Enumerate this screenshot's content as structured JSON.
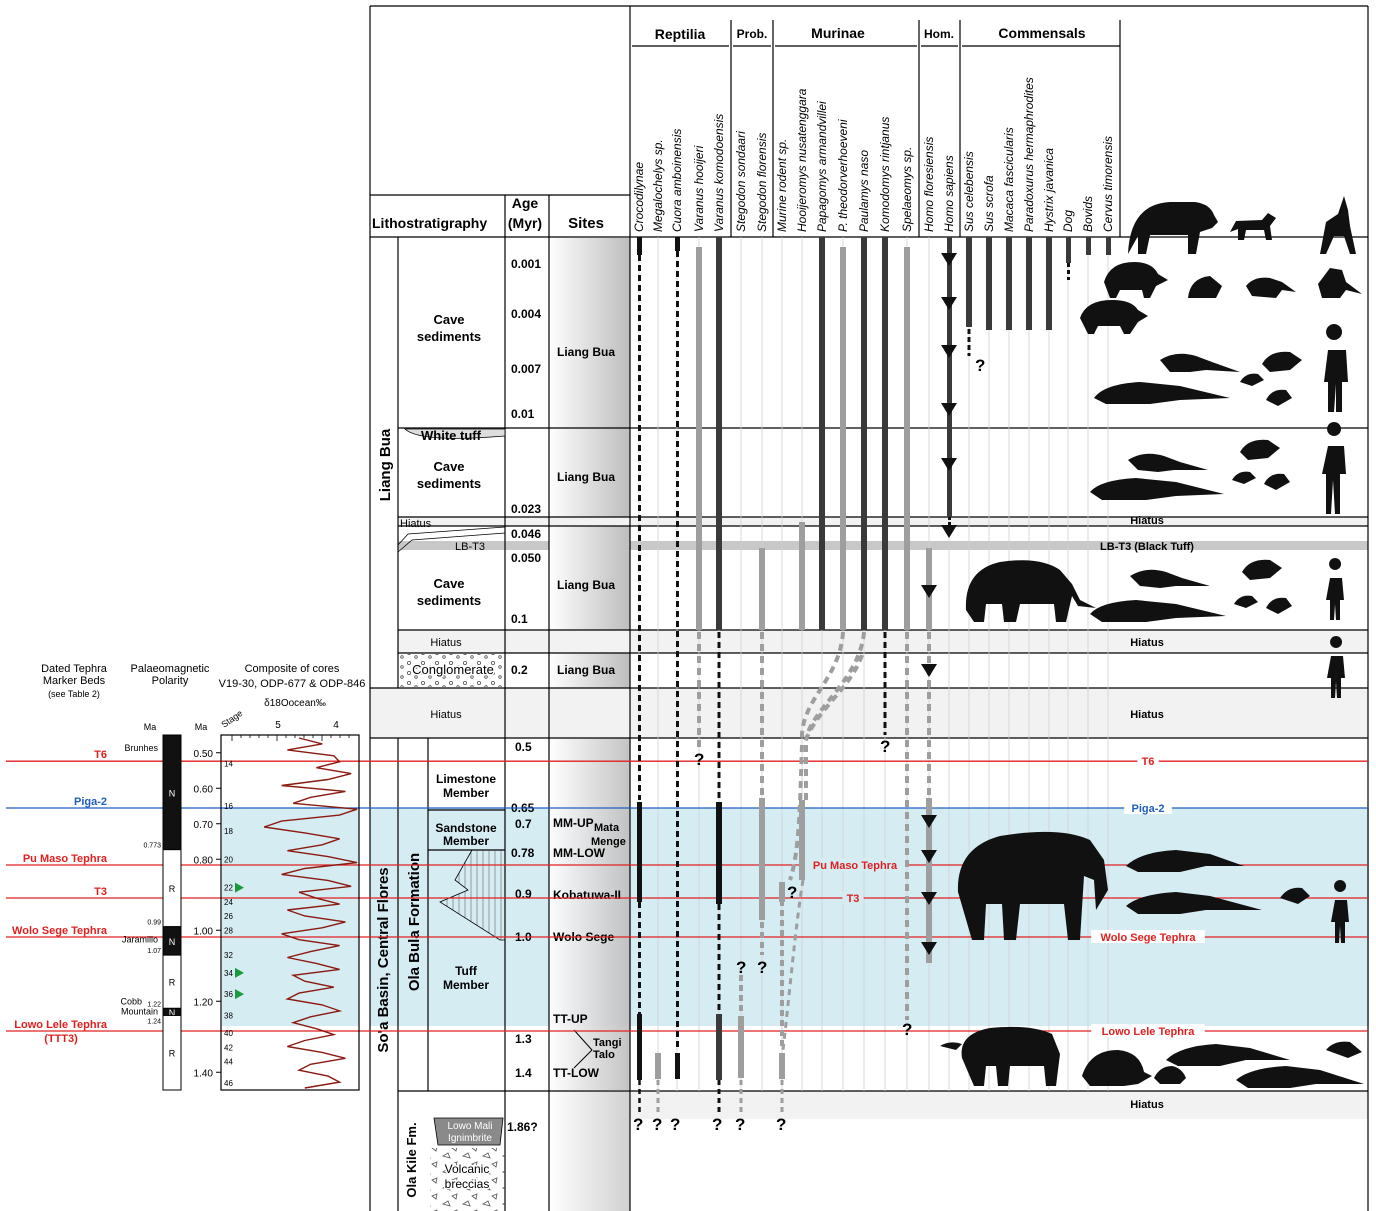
{
  "left": {
    "tephra_header": [
      "Dated Tephra",
      "Marker Beds",
      "(see Table 2)"
    ],
    "polarity_header": [
      "Palaeomagnetic",
      "Polarity"
    ],
    "cores_header": [
      "Composite of cores",
      "V19-30, ODP-677 & ODP-846"
    ],
    "isotope_label": "δ18Oocean‰",
    "ma_label": "Ma",
    "stage_label": "Stage",
    "isotope_ticks": [
      "5",
      "4"
    ],
    "age_ticks": [
      {
        "label": "0.50",
        "age": 0.5
      },
      {
        "label": "0.60",
        "age": 0.6
      },
      {
        "label": "0.70",
        "age": 0.7
      },
      {
        "label": "0.80",
        "age": 0.8
      },
      {
        "label": "1.00",
        "age": 1.0
      },
      {
        "label": "1.20",
        "age": 1.2
      },
      {
        "label": "1.40",
        "age": 1.4
      }
    ],
    "stages": [
      {
        "n": "14",
        "age": 0.53
      },
      {
        "n": "16",
        "age": 0.65
      },
      {
        "n": "18",
        "age": 0.72
      },
      {
        "n": "20",
        "age": 0.8
      },
      {
        "n": "22",
        "age": 0.88
      },
      {
        "n": "24",
        "age": 0.92
      },
      {
        "n": "26",
        "age": 0.96
      },
      {
        "n": "28",
        "age": 1.0
      },
      {
        "n": "32",
        "age": 1.07
      },
      {
        "n": "34",
        "age": 1.12
      },
      {
        "n": "36",
        "age": 1.18
      },
      {
        "n": "38",
        "age": 1.24
      },
      {
        "n": "40",
        "age": 1.29
      },
      {
        "n": "42",
        "age": 1.33
      },
      {
        "n": "44",
        "age": 1.37
      },
      {
        "n": "46",
        "age": 1.43
      }
    ],
    "polarity": [
      {
        "from": 0.45,
        "to": 0.773,
        "state": "N",
        "label": "Brunhes"
      },
      {
        "from": 0.773,
        "to": 0.99,
        "state": "R"
      },
      {
        "from": 0.99,
        "to": 1.07,
        "state": "N",
        "label": "Jaramillo"
      },
      {
        "from": 1.07,
        "to": 1.22,
        "state": "R"
      },
      {
        "from": 1.22,
        "to": 1.24,
        "state": "N",
        "label": "Cobb Mountain"
      },
      {
        "from": 1.24,
        "to": 1.45,
        "state": "R"
      }
    ],
    "boundary_labels": [
      "0.773",
      "0.99",
      "1.07",
      "1.22",
      "1.24"
    ],
    "glacial_stage_markers": [
      "22",
      "34",
      "36"
    ]
  },
  "markers": [
    {
      "name": "T6",
      "color": "#e02020",
      "age": 0.52
    },
    {
      "name": "Piga-2",
      "color": "#1f5fbf",
      "age": 0.65
    },
    {
      "name": "Pu Maso Tephra",
      "color": "#e02020",
      "age": 0.8
    },
    {
      "name": "T3",
      "color": "#e02020",
      "age": 0.9
    },
    {
      "name": "Wolo Sege Tephra",
      "color": "#e02020",
      "age": 1.0
    },
    {
      "name": "Lowo Lele Tephra",
      "sub": "(TTT3)",
      "color": "#e02020",
      "age": 1.27
    }
  ],
  "header": {
    "litho": "Lithostratigraphy",
    "age": [
      "Age",
      "(Myr)"
    ],
    "sites": "Sites",
    "groups": [
      "Reptilia",
      "Prob.",
      "Murinae",
      "Hom.",
      "Commensals"
    ]
  },
  "taxa": [
    "Crocodilynae",
    "Megalochelys sp.",
    "Cuora amboinensis",
    "Varanus hooijeri",
    "Varanus komodoensis",
    "Stegodon sondaari",
    "Stegodon florensis",
    "Murine rodent sp.",
    "Hooijeromys nusatenggara",
    "Papagomys armandvillei",
    "P. theodorverhoeveni",
    "Paulamys naso",
    "Komodomys rintjanus",
    "Spelaeomys sp.",
    "Homo floresiensis",
    "Homo sapiens",
    "Sus celebensis",
    "Sus scrofa",
    "Macaca fascicularis",
    "Paradoxurus hermaphrodites",
    "Hystrix javanica",
    "Dog",
    "Bovids",
    "Cervus timorensis"
  ],
  "litho": {
    "liang_bua": "Liang Bua",
    "cave": [
      "Cave",
      "sediments"
    ],
    "white_tuff": "White tuff",
    "hiatus": "Hiatus",
    "lbt3": "LB-T3",
    "lbt3_full": "LB-T3 (Black Tuff)",
    "conglomerate": "Conglomerate",
    "basin": "So'a Basin, Central Flores",
    "formation": "Ola Bula Formation",
    "limestone": [
      "Limestone",
      "Member"
    ],
    "sandstone": [
      "Sandstone",
      "Member"
    ],
    "tuff": [
      "Tuff",
      "Member"
    ],
    "ola_kile": "Ola Kile Fm.",
    "lowo_mali": [
      "Lowo Mali",
      "Ignimbrite"
    ],
    "volcanic": [
      "Volcanic",
      "breccias"
    ]
  },
  "ages": {
    "lb1": [
      "0.001",
      "0.004",
      "0.007",
      "0.01"
    ],
    "lb2": "0.023",
    "lb3": [
      "0.046",
      "0.050",
      "0.1"
    ],
    "lb4": "0.2",
    "soa": [
      "0.5",
      "0.65",
      "0.7",
      "0.78",
      "0.9",
      "1.0",
      "1.3",
      "1.4",
      "1.86?"
    ]
  },
  "sites": {
    "liang_bua": "Liang Bua",
    "mm_up": "MM-UP",
    "mata_menge": [
      "Mata",
      "Menge"
    ],
    "mm_low": "MM-LOW",
    "kobatuwa": "Kobatuwa-II",
    "wolo_sege": "Wolo Sege",
    "tt_up": "TT-UP",
    "tangi_talo": [
      "Tangi",
      "Talo"
    ],
    "tt_low": "TT-LOW"
  },
  "question_mark": "?",
  "colors": {
    "marker_red": "#e02020",
    "marker_blue": "#1f5fbf",
    "blue_band": "#d6ecf3",
    "hiatus_fill": "#f2f2f2",
    "grey_bar": "#9e9e9e",
    "dark_bar": "#3a3a3a"
  }
}
